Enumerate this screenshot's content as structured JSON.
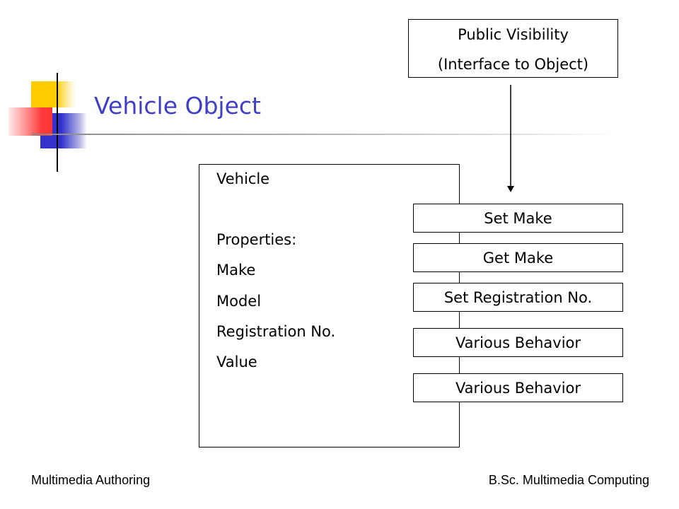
{
  "slide": {
    "title": "Vehicle Object"
  },
  "callout": {
    "line1": "Public Visibility",
    "line2": "(Interface to Object)"
  },
  "object_box": {
    "name": "Vehicle",
    "properties_label": "Properties:",
    "properties": [
      "Make",
      "Model",
      "Registration No.",
      "Value"
    ]
  },
  "methods": [
    "Set Make",
    "Get Make",
    "Set Registration No.",
    "Various Behavior",
    "Various Behavior"
  ],
  "footer": {
    "left": "Multimedia Authoring",
    "right": "B.Sc. Multimedia Computing"
  },
  "colors": {
    "title": "#3F3FC5",
    "accent_yellow": "#FFCC00",
    "accent_blue": "#3333CC",
    "accent_red": "#FF3333"
  }
}
